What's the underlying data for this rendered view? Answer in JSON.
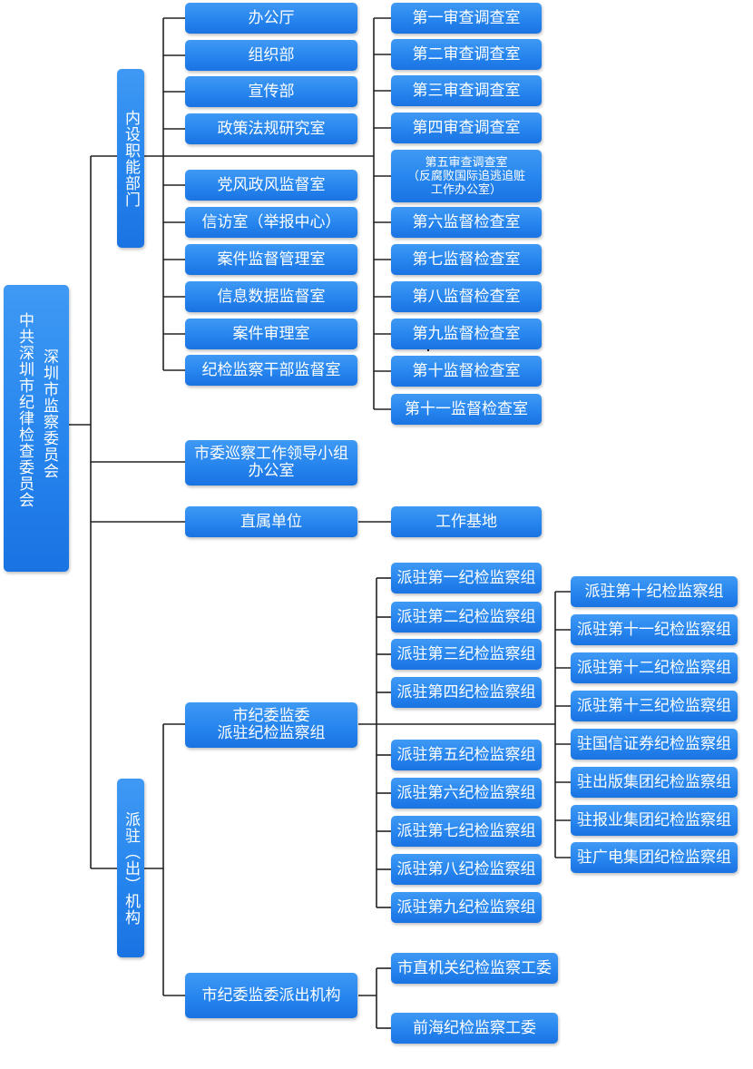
{
  "root": {
    "line1": "中共深圳市纪律检查委员会",
    "line2": "深圳市监察委员会"
  },
  "internal": {
    "label": "内设职能部门",
    "left": [
      "办公厅",
      "组织部",
      "宣传部",
      "政策法规研究室",
      "党风政风监督室",
      "信访室（举报中心）",
      "案件监督管理室",
      "信息数据监督室",
      "案件审理室",
      "纪检监察干部监督室"
    ],
    "right": [
      "第一审查调查室",
      "第二审查调查室",
      "第三审查调查室",
      "第四审查调查室",
      "第五审查调查室\n（反腐败国际追逃追赃\n工作办公室）",
      "第六监督检查室",
      "第七监督检查室",
      "第八监督检查室",
      "第九监督检查室",
      "第十监督检查室",
      "第十一监督检查室"
    ]
  },
  "inspection": {
    "label": "市委巡察工作领导小组\n办公室"
  },
  "direct": {
    "label": "直属单位",
    "child": "工作基地"
  },
  "dispatched": {
    "label": "派驻（出）机构",
    "groups": {
      "label": "市纪委监委\n派驻纪检监察组",
      "col1": [
        "派驻第一纪检监察组",
        "派驻第二纪检监察组",
        "派驻第三纪检监察组",
        "派驻第四纪检监察组",
        "派驻第五纪检监察组",
        "派驻第六纪检监察组",
        "派驻第七纪检监察组",
        "派驻第八纪检监察组",
        "派驻第九纪检监察组"
      ],
      "col2": [
        "派驻第十纪检监察组",
        "派驻第十一纪检监察组",
        "派驻第十二纪检监察组",
        "派驻第十三纪检监察组",
        "驻国信证券纪检监察组",
        "驻出版集团纪检监察组",
        "驻报业集团纪检监察组",
        "驻广电集团纪检监察组"
      ]
    },
    "agencies": {
      "label": "市纪委监委派出机构",
      "children": [
        "市直机关纪检监察工委",
        "前海纪检监察工委"
      ]
    }
  },
  "colors": {
    "box": "#2685ee",
    "line": "#222222",
    "text": "#ffffff"
  }
}
